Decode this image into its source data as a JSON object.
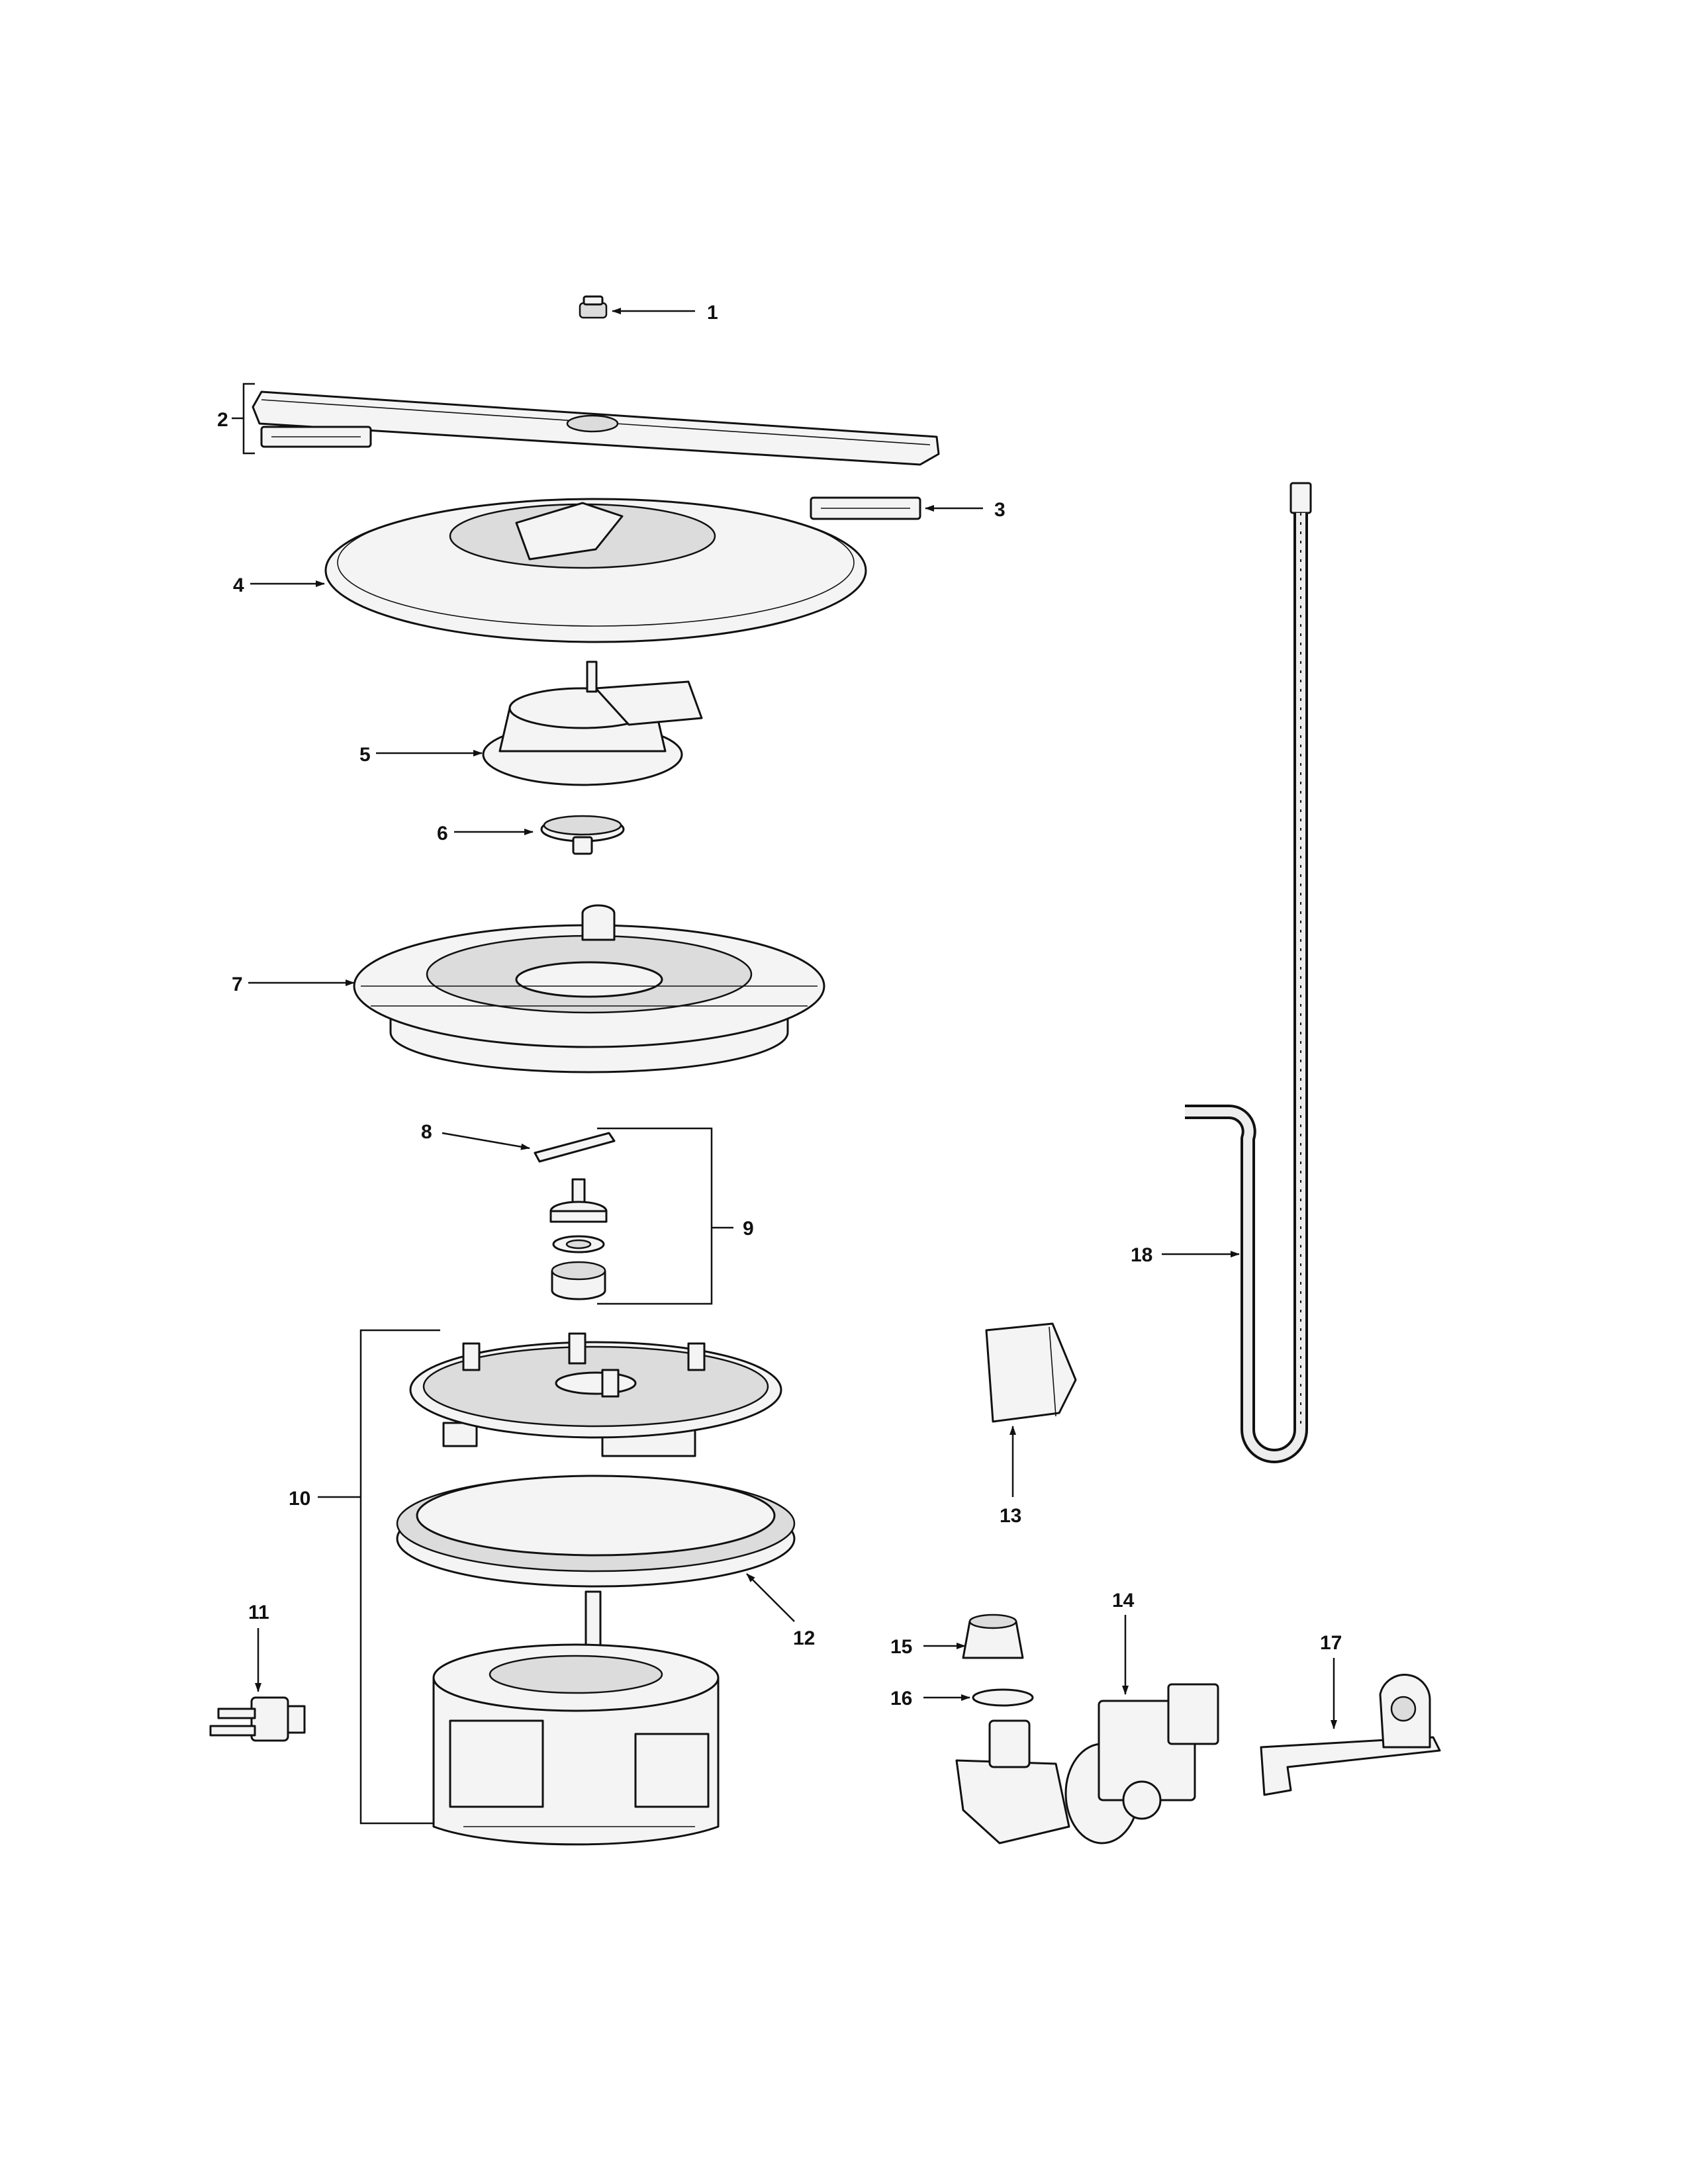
{
  "callouts": [
    {
      "id": "callout-1",
      "text": "1"
    },
    {
      "id": "callout-2",
      "text": "2"
    },
    {
      "id": "callout-3",
      "text": "3"
    },
    {
      "id": "callout-4",
      "text": "4"
    },
    {
      "id": "callout-5",
      "text": "5"
    },
    {
      "id": "callout-6",
      "text": "6"
    },
    {
      "id": "callout-7",
      "text": "7"
    },
    {
      "id": "callout-8",
      "text": "8"
    },
    {
      "id": "callout-9",
      "text": "9"
    },
    {
      "id": "callout-10",
      "text": "10"
    },
    {
      "id": "callout-11",
      "text": "11"
    },
    {
      "id": "callout-12",
      "text": "12"
    },
    {
      "id": "callout-13",
      "text": "13"
    },
    {
      "id": "callout-14",
      "text": "14"
    },
    {
      "id": "callout-15",
      "text": "15"
    },
    {
      "id": "callout-16",
      "text": "16"
    },
    {
      "id": "callout-17",
      "text": "17"
    },
    {
      "id": "callout-18",
      "text": "18"
    }
  ],
  "colors": {
    "line": "#111111",
    "part_fill": "#f4f4f4",
    "shade": "#dcdcdc",
    "background": "#ffffff"
  }
}
